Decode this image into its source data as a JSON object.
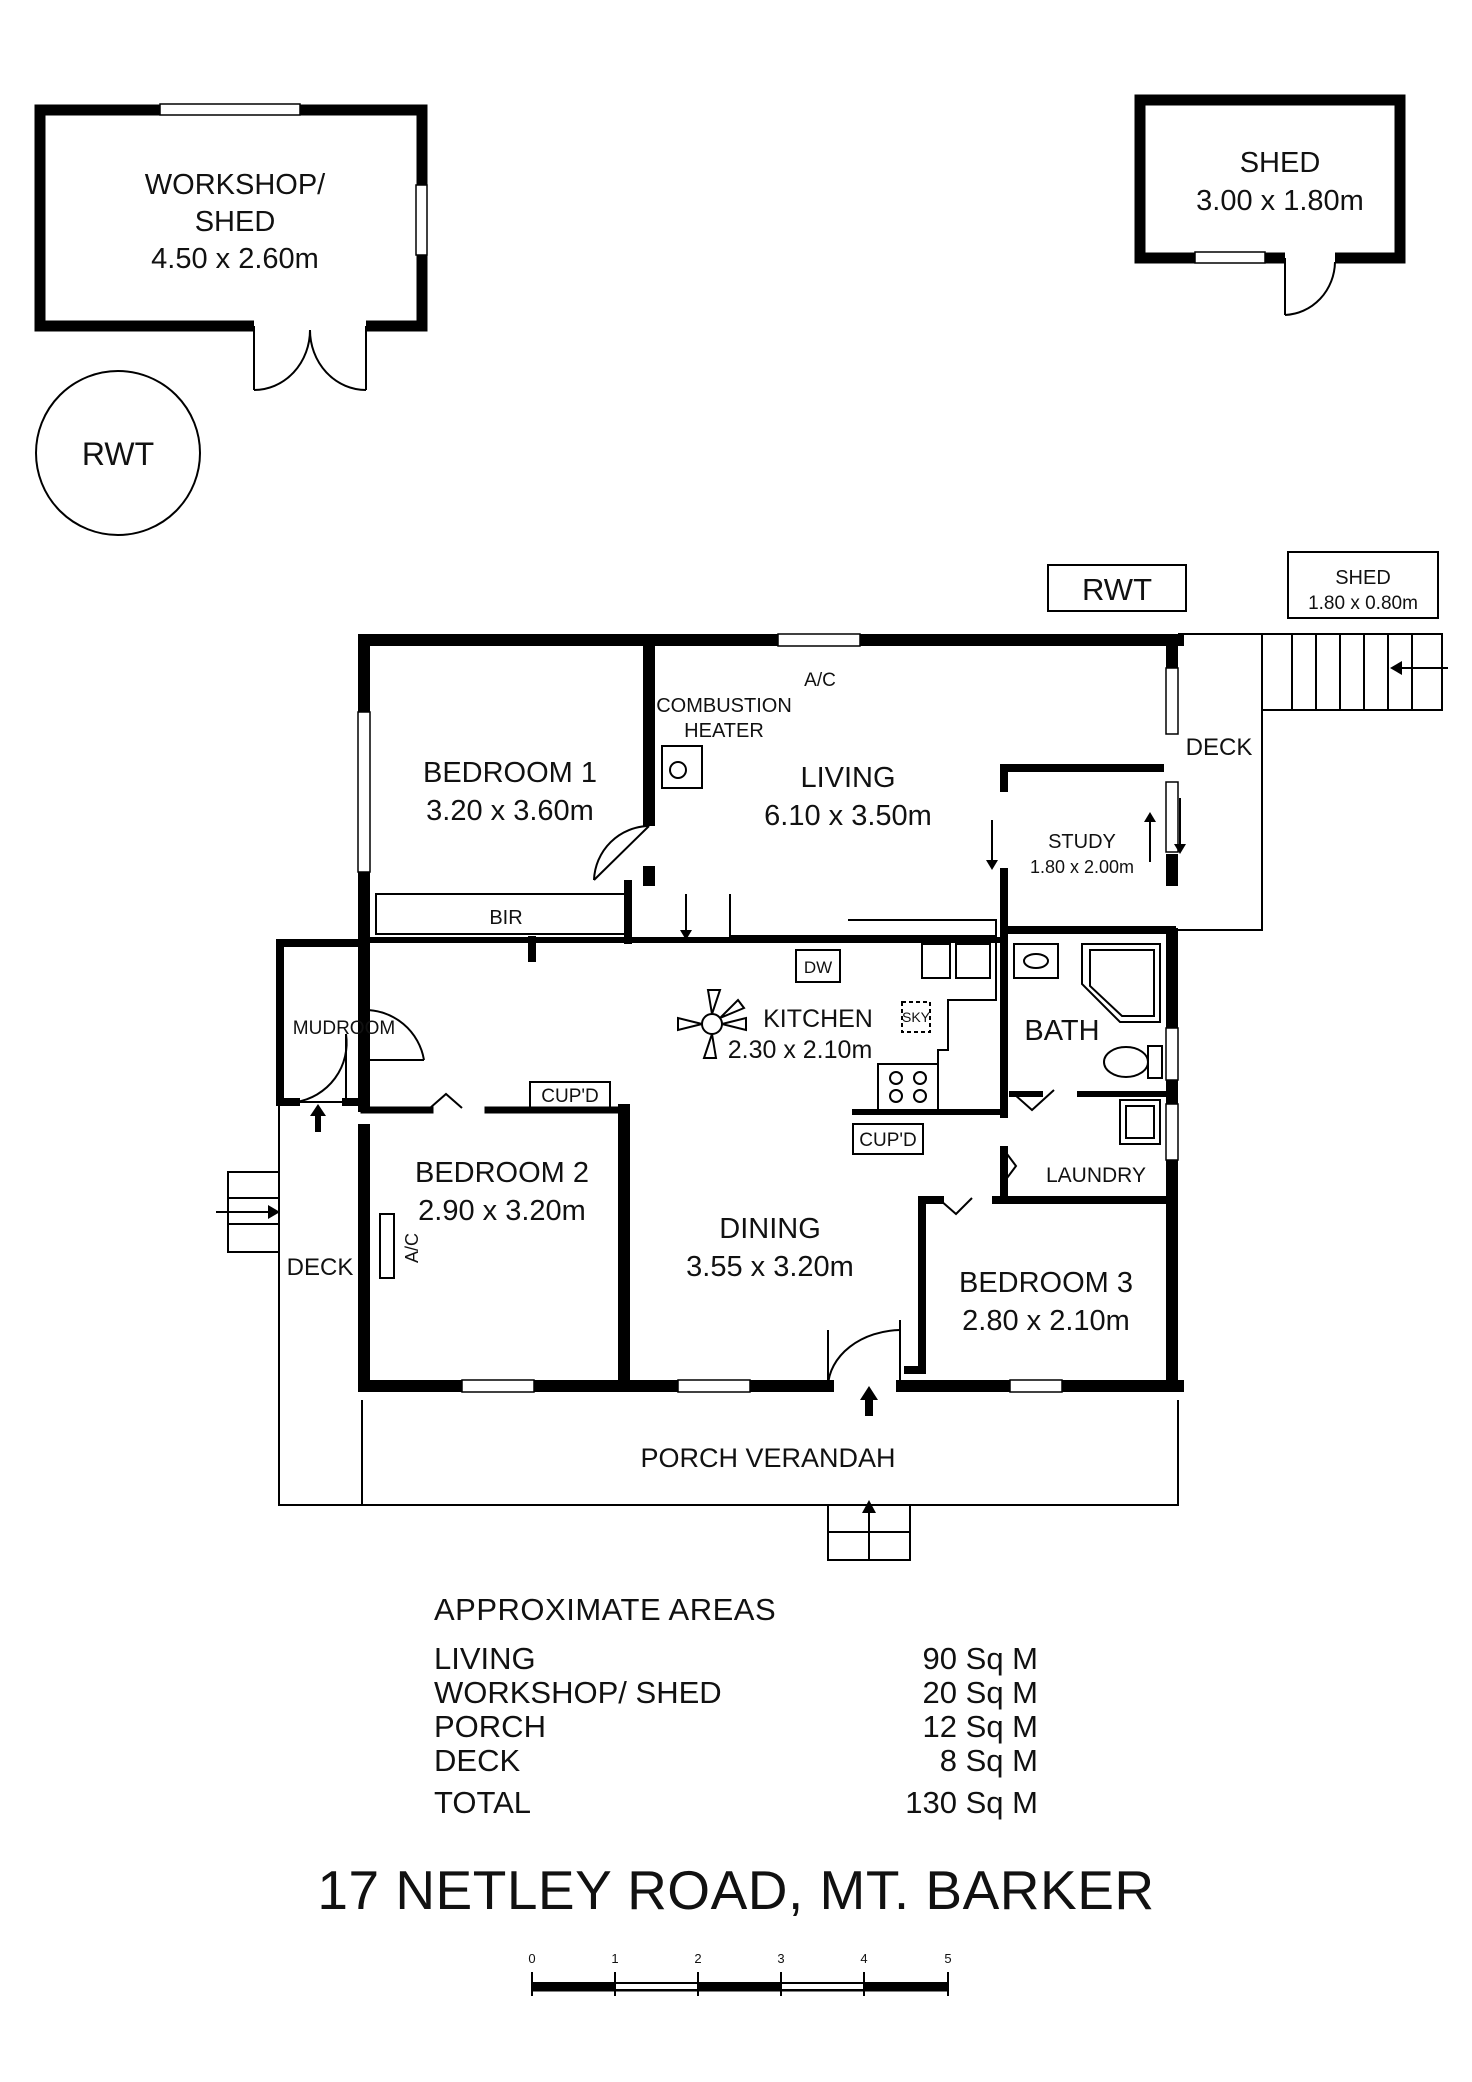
{
  "detached": {
    "workshop": {
      "name": "WORKSHOP/",
      "name2": "SHED",
      "size": "4.50 x 2.60m"
    },
    "shed_top_right": {
      "name": "SHED",
      "size": "3.00 x 1.80m"
    },
    "rwt_round": "RWT",
    "rwt_box": "RWT",
    "shed_small": {
      "name": "SHED",
      "size": "1.80 x 0.80m"
    }
  },
  "rooms": {
    "bedroom1": {
      "name": "BEDROOM 1",
      "size": "3.20 x 3.60m"
    },
    "living": {
      "name": "LIVING",
      "size": "6.10 x 3.50m"
    },
    "study": {
      "name": "STUDY",
      "size": "1.80 x 2.00m"
    },
    "kitchen": {
      "name": "KITCHEN",
      "size": "2.30 x 2.10m"
    },
    "bath": {
      "name": "BATH"
    },
    "laundry": {
      "name": "LAUNDRY"
    },
    "bedroom2": {
      "name": "BEDROOM 2",
      "size": "2.90 x 3.20m"
    },
    "dining": {
      "name": "DINING",
      "size": "3.55 x 3.20m"
    },
    "bedroom3": {
      "name": "BEDROOM 3",
      "size": "2.80 x 2.10m"
    },
    "mudroom": {
      "name": "MUDROOM"
    },
    "porch": {
      "name": "PORCH VERANDAH"
    },
    "deck_left": {
      "name": "DECK"
    },
    "deck_right": {
      "name": "DECK"
    }
  },
  "fixtures": {
    "ac_living": "A/C",
    "ac_bed2": "A/C",
    "heater_line1": "COMBUSTION",
    "heater_line2": "HEATER",
    "bir": "BIR",
    "dw": "DW",
    "sky": "SKY",
    "cupd_bed2": "CUP'D",
    "cupd_kitchen": "CUP'D"
  },
  "areas": {
    "title": "APPROXIMATE AREAS",
    "rows": [
      {
        "label": "LIVING",
        "value": "90 Sq M"
      },
      {
        "label": "WORKSHOP/ SHED",
        "value": "20 Sq M"
      },
      {
        "label": "PORCH",
        "value": "12 Sq M"
      },
      {
        "label": "DECK",
        "value": "8 Sq M"
      }
    ],
    "total": {
      "label": "TOTAL",
      "value": "130 Sq M"
    }
  },
  "address": "17 NETLEY ROAD, MT. BARKER",
  "scale": {
    "ticks": [
      "0",
      "1",
      "2",
      "3",
      "4",
      "5"
    ]
  }
}
